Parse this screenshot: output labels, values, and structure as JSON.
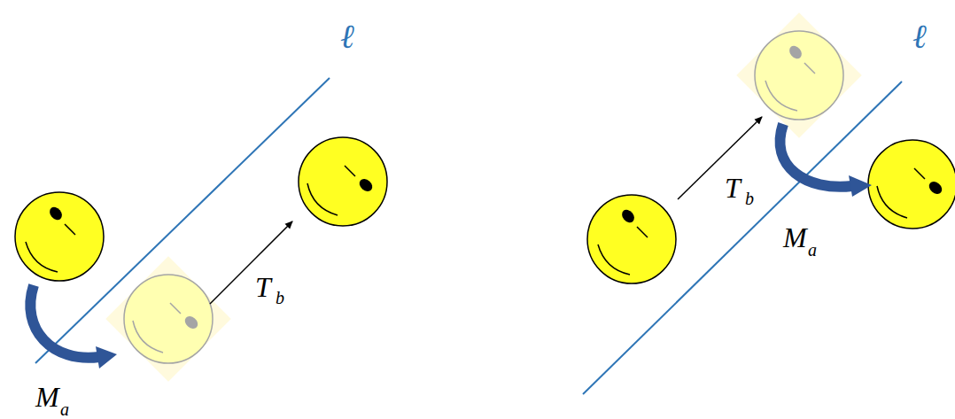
{
  "diagram": {
    "labels": [
      "ℓ",
      "M",
      "a",
      "T",
      "b",
      "ℓ",
      "T",
      "b",
      "M",
      "a"
    ]
  }
}
